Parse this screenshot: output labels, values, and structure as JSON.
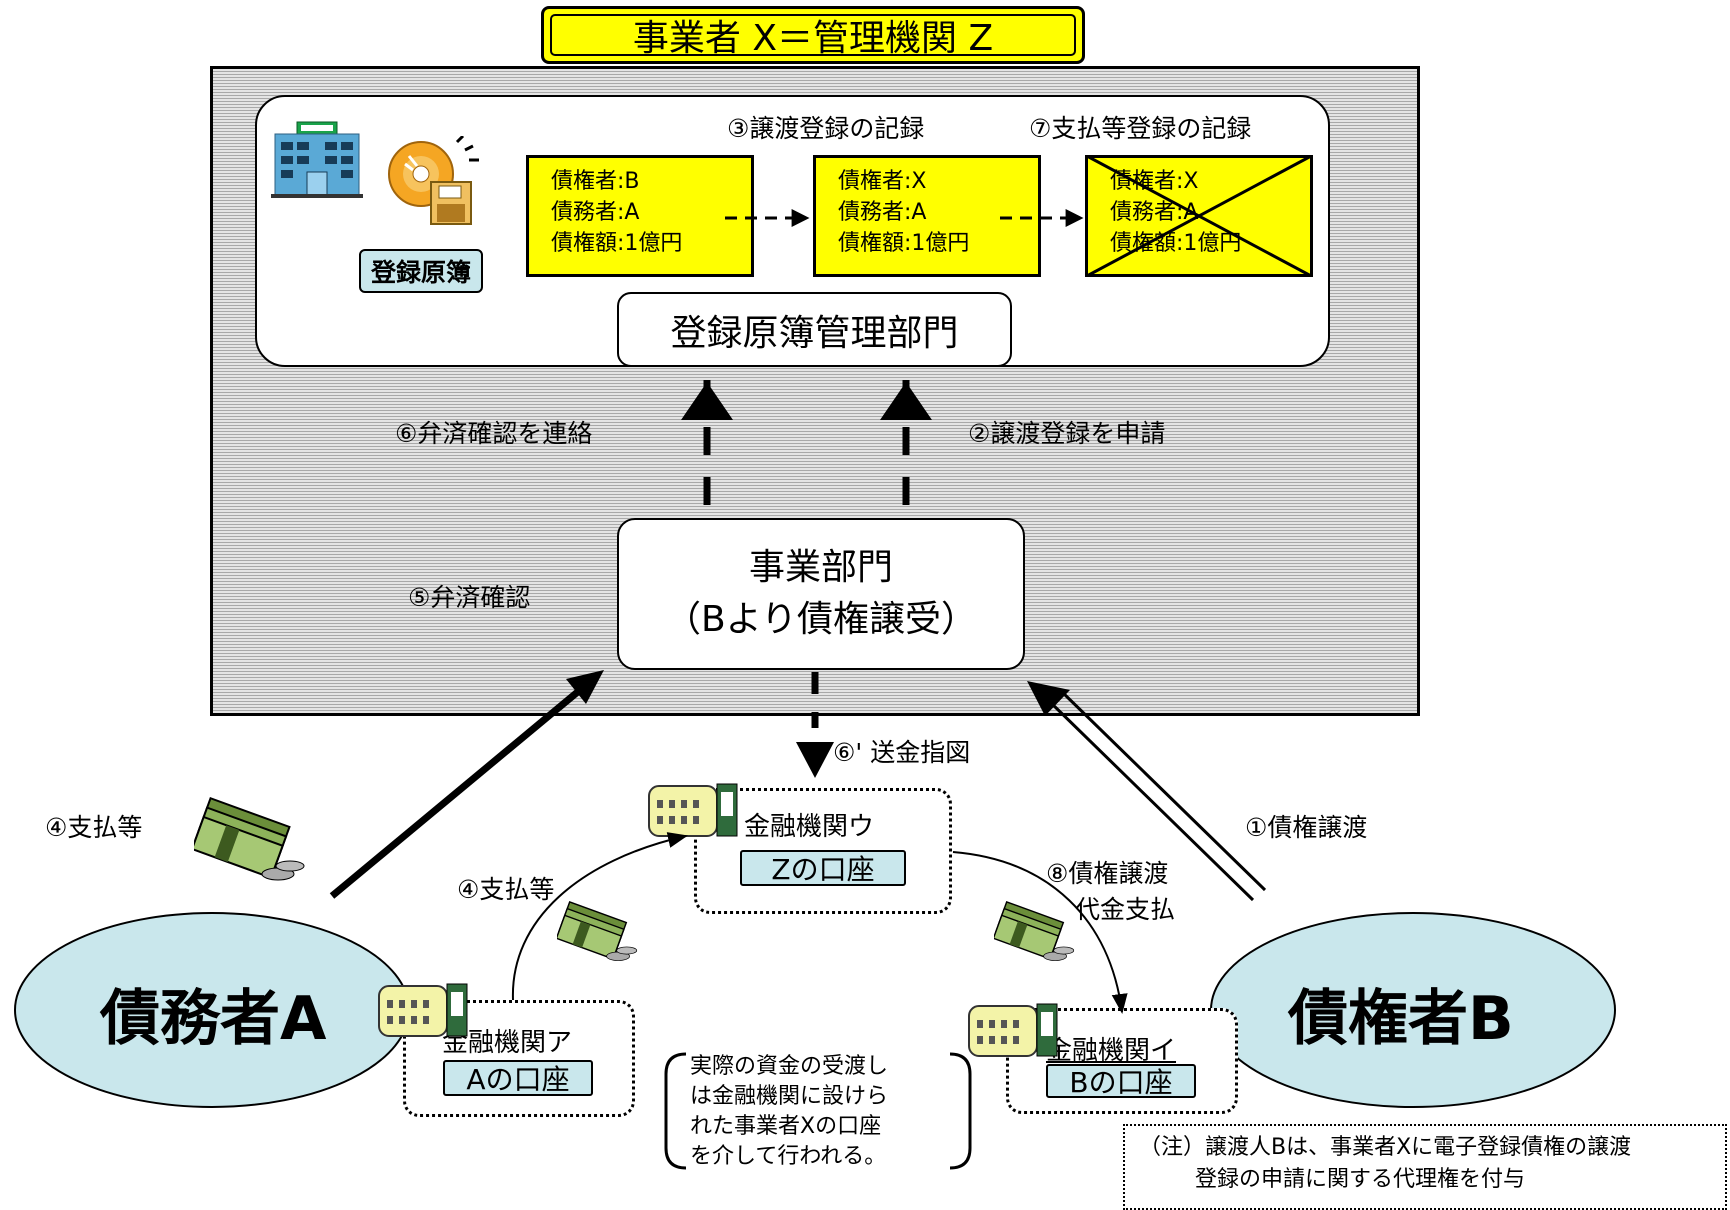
{
  "title": "事業者 X＝管理機関 Z",
  "register": {
    "label": "登録原簿",
    "department": "登録原簿管理部門",
    "step3": "③譲渡登録の記録",
    "step7": "⑦支払等登録の記録",
    "record_before": {
      "line1": "債権者:B",
      "line2": "債務者:A",
      "line3": "債権額:1億円"
    },
    "record_after": {
      "line1": "債権者:X",
      "line2": "債務者:A",
      "line3": "債権額:1億円"
    },
    "record_cleared": {
      "line1": "債権者:X",
      "line2": "債務者:A",
      "line3": "債権額:1億円"
    }
  },
  "business": {
    "line1": "事業部門",
    "line2": "（Bより債権譲受）"
  },
  "steps": {
    "s1": "①債権譲渡",
    "s2": "②譲渡登録を申請",
    "s4_left": "④支払等",
    "s4_mid": "④支払等",
    "s5": "⑤弁済確認",
    "s6": "⑥弁済確認を連絡",
    "s6b": "⑥' 送金指図",
    "s8_line1": "⑧債権譲渡",
    "s8_line2": "代金支払"
  },
  "parties": {
    "debtor": "債務者A",
    "creditor": "債権者B"
  },
  "banks": {
    "a": {
      "name": "金融機関ア",
      "account": "Aの口座"
    },
    "u": {
      "name": "金融機関ウ",
      "account": "Zの口座"
    },
    "i": {
      "name": "金融機関イ",
      "account": "Bの口座"
    }
  },
  "brace_note": {
    "line1": "実際の資金の受渡し",
    "line2": "は金融機関に設けら",
    "line3": "れた事業者Xの口座",
    "line4": "を介して行われる。"
  },
  "footnote": {
    "line1": "（注）譲渡人Bは、事業者Xに電子登録債権の譲渡",
    "line2": "登録の申請に関する代理権を付与"
  },
  "icons": [
    "building-icon",
    "disc-icon",
    "bank-icon",
    "money-icon"
  ],
  "colors": {
    "highlight": "#ffff00",
    "label_blue": "#c9e7ec",
    "ellipse": "#c9e7ec",
    "money": "#6b8e3a",
    "bank_wall": "#f3f3a8"
  }
}
